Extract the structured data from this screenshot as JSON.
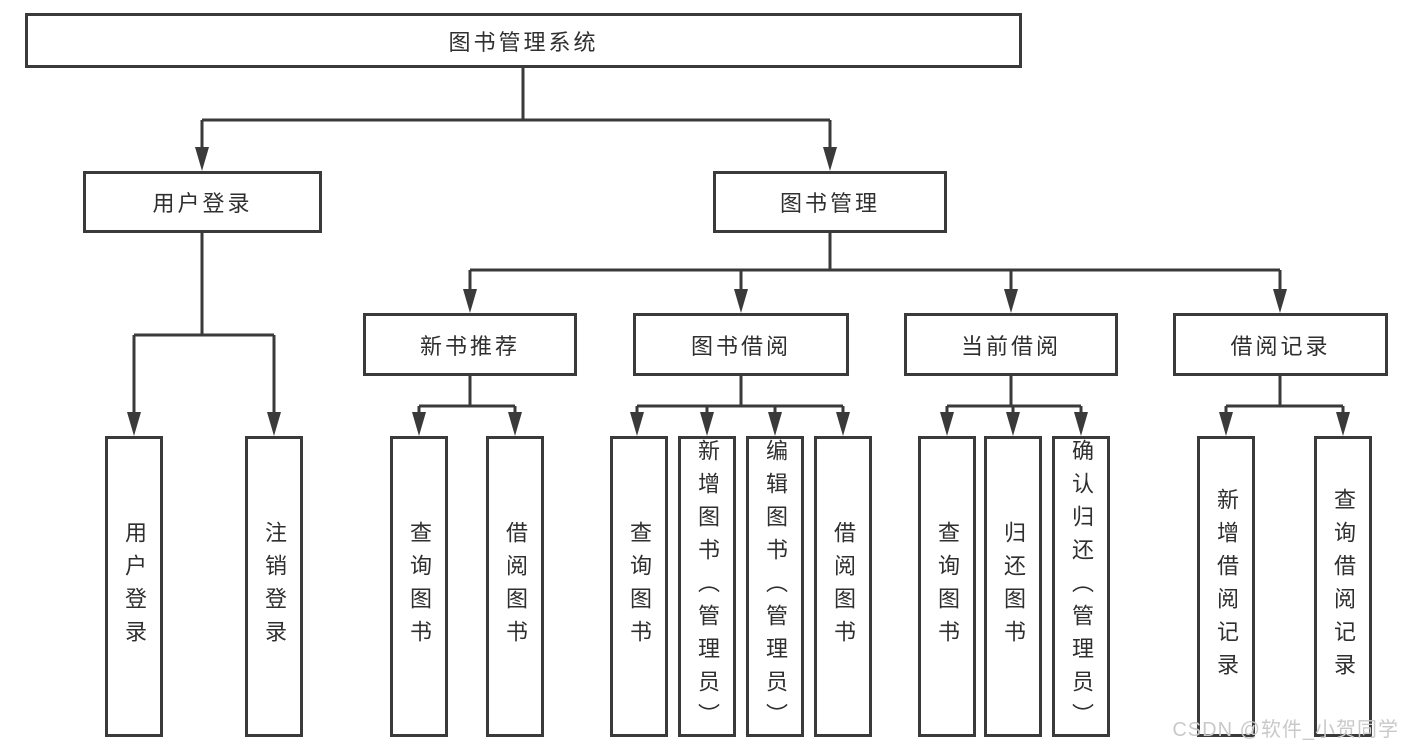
{
  "diagram": {
    "title": "图书管理系统",
    "level2": {
      "user_login": "用户登录",
      "book_management": "图书管理"
    },
    "level3": {
      "new_book_recommend": "新书推荐",
      "book_borrow": "图书借阅",
      "current_borrow": "当前借阅",
      "borrow_record": "借阅记录"
    },
    "leaves": {
      "user_login": "用户登录",
      "logout_login": "注销登录",
      "query_book_a": "查询图书",
      "borrow_book_a": "借阅图书",
      "query_book_b": "查询图书",
      "add_book_admin": "新增图书（管理员）",
      "edit_book_admin": "编辑图书（管理员）",
      "borrow_book_b": "借阅图书",
      "query_book_c": "查询图书",
      "return_book": "归还图书",
      "confirm_return_admin": "确认归还（管理员）",
      "add_borrow_record": "新增借阅记录",
      "query_borrow_record": "查询借阅记录"
    }
  },
  "watermark": "CSDN @软件_小贺同学",
  "colors": {
    "box_border": "#3a3a3a",
    "connector_line": "#3a3a3a",
    "text": "#2f2f2f",
    "watermark_text": "#c9c9c9",
    "background": "#ffffff"
  }
}
